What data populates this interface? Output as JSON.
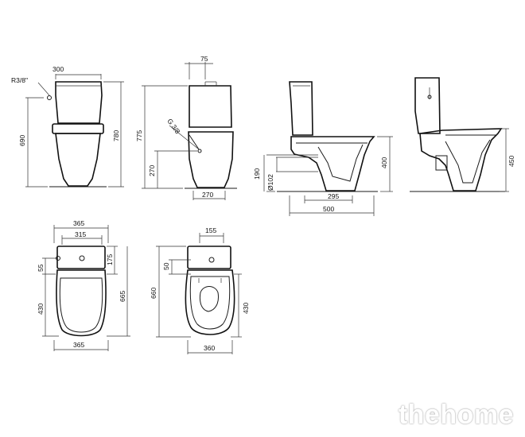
{
  "dimensions": {
    "front_width": "300",
    "front_total_height": "780",
    "front_seat_height": "690",
    "front_connection": "R3/8\"",
    "side_tank_depth": "75",
    "side_total_height": "775",
    "side_inlet_height": "270",
    "side_base_width": "270",
    "side_inlet_thread": "G 3/8",
    "section_outlet_height": "190",
    "section_outlet_diameter": "Ø102",
    "section_outlet_dist": "295",
    "section_length": "500",
    "section_height": "400",
    "section2_height": "450",
    "top_width_outer": "365",
    "top_width_inner": "315",
    "top_offset": "55",
    "top_tank_depth": "175",
    "top_seat_length": "430",
    "top_total_length": "665",
    "top_bottom_width": "365",
    "top2_width": "155",
    "top2_offset": "50",
    "top2_total_length": "660",
    "top2_seat_length": "430",
    "top2_bottom_width": "360"
  },
  "watermark": "thehome",
  "colors": {
    "line": "#1a1a1a",
    "background": "#ffffff"
  }
}
